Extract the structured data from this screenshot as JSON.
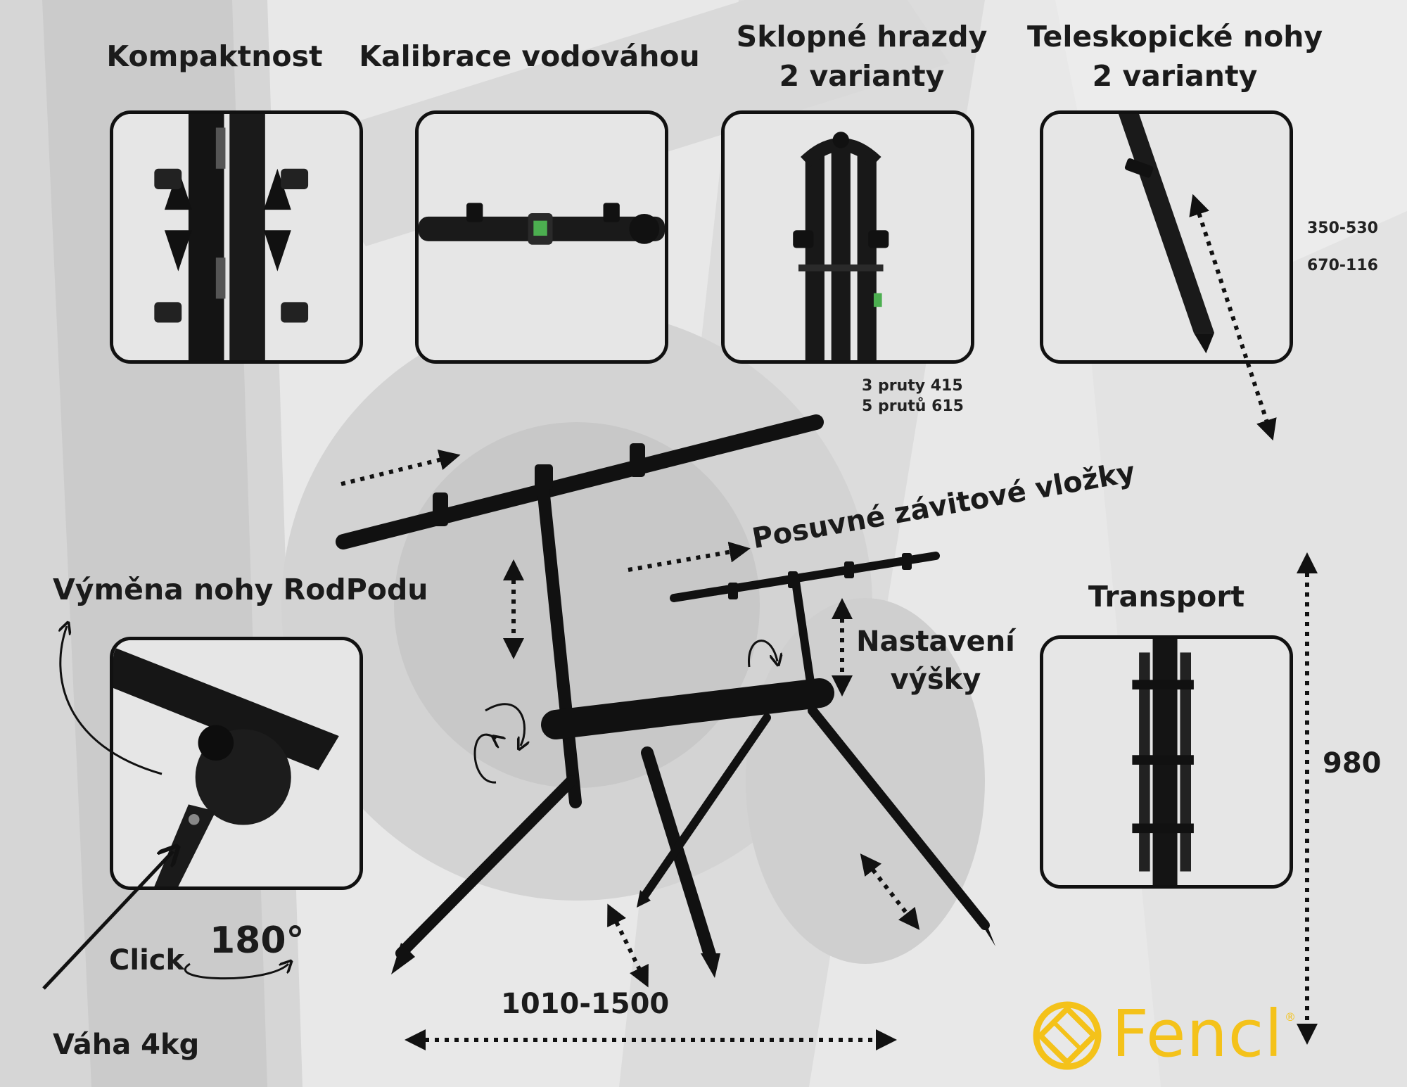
{
  "headings": {
    "compactness": "Kompaktnost",
    "level_calibration": "Kalibrace vodováhou",
    "folding_buzz_bars_line1": "Sklopné hrazdy",
    "folding_buzz_bars_line2": "2 varianty",
    "telescopic_legs_line1": "Teleskopické nohy",
    "telescopic_legs_line2": "2 varianty",
    "leg_swap": "Výměna nohy RodPodu",
    "transport": "Transport"
  },
  "specs": {
    "leg_range_short": "350-530",
    "leg_range_long": "670-116",
    "rods_3": "3 pruty 415",
    "rods_5": "5 prutů 615",
    "sliding_inserts": "Posuvné závitové vložky",
    "height_line1": "Nastavení",
    "height_line2": "výšky",
    "height_total": "980",
    "width_range": "1010-1500",
    "click": "Click",
    "rotation": "180°",
    "weight": "Váha 4kg"
  },
  "brand": {
    "name": "Fencl",
    "registered": "®",
    "color": "#f4c21a"
  },
  "icons": [
    "rotate-arrow-icon",
    "dotted-arrow-icon",
    "double-dotted-arrow-icon",
    "curved-arrow-icon",
    "fencl-logo-icon"
  ]
}
